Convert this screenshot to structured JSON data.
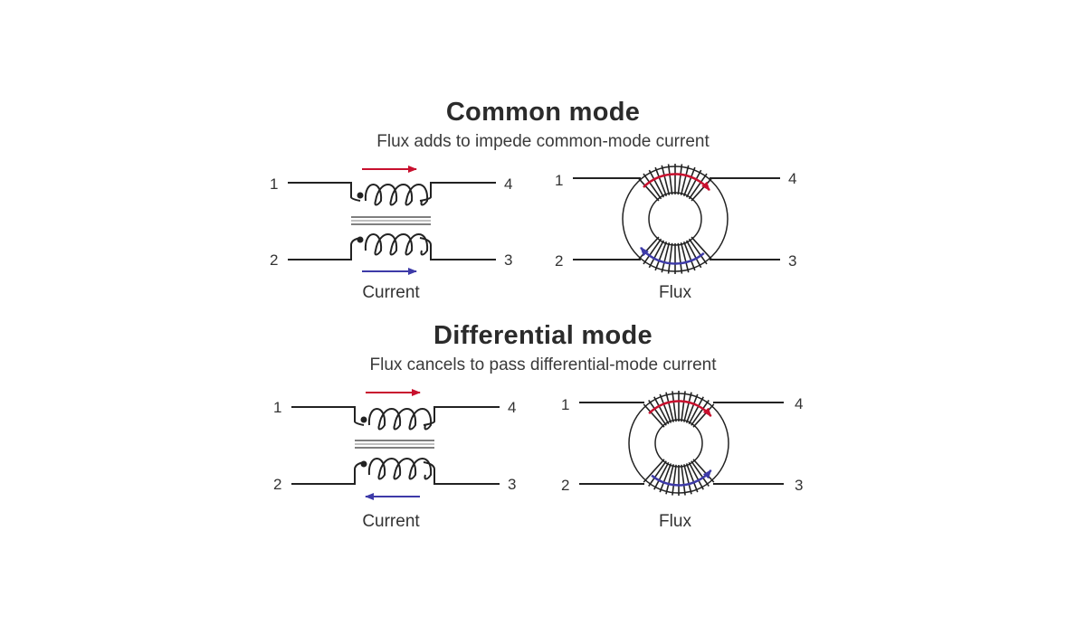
{
  "sections": [
    {
      "title": "Common mode",
      "subtitle": "Flux adds to impede common-mode current",
      "inductor": {
        "pins": [
          "1",
          "4",
          "2",
          "3"
        ],
        "caption": "Current",
        "bottom_arrow": "right"
      },
      "toroid": {
        "pins": [
          "1",
          "4",
          "2",
          "3"
        ],
        "caption": "Flux",
        "bottom_arrow": "left"
      }
    },
    {
      "title": "Differential mode",
      "subtitle": "Flux cancels to pass differential-mode current",
      "inductor": {
        "pins": [
          "1",
          "4",
          "2",
          "3"
        ],
        "caption": "Current",
        "bottom_arrow": "left"
      },
      "toroid": {
        "pins": [
          "1",
          "4",
          "2",
          "3"
        ],
        "caption": "Flux",
        "bottom_arrow": "right"
      }
    }
  ],
  "colors": {
    "red": "#c8102e",
    "blue": "#3d3aa8",
    "line": "#222222"
  }
}
